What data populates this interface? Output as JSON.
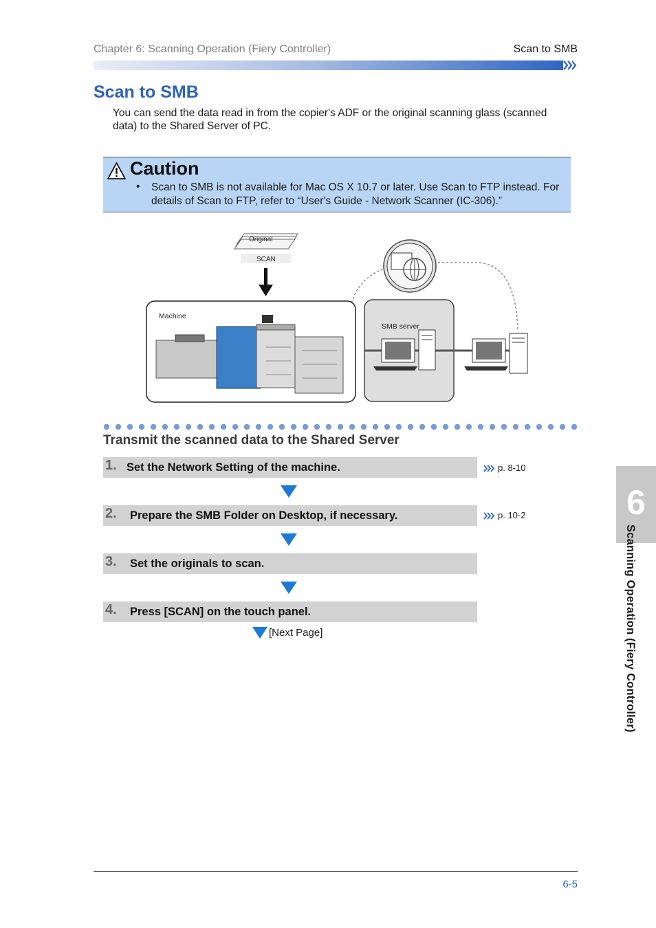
{
  "header": {
    "chapter": "Chapter 6: Scanning Operation (Fiery Controller)",
    "section": "Scan to SMB",
    "accent_color": "#2f66c4"
  },
  "page_title": "Scan to SMB",
  "intro": "You can send the data read in from the copier's ADF or the original scanning glass (scanned data) to the Shared Server of PC.",
  "caution": {
    "title": "Caution",
    "icon": "warning-triangle-icon",
    "bullet": "•",
    "text": "Scan to SMB is not available for Mac OS X 10.7 or later. Use Scan to FTP instead. For details of Scan to FTP, refer to “User's Guide - Network Scanner (IC-306).”",
    "background": "#b9d5f6"
  },
  "figure": {
    "original_label": "Original",
    "scan_label": "SCAN",
    "machine_label": "Machine",
    "server_label": "SMB server",
    "icons": [
      "paper-stack-icon",
      "down-arrow-icon",
      "printer-machine-icon",
      "folder-network-icon",
      "desktop-computer-icon"
    ]
  },
  "section_title": "Transmit the scanned data to the Shared Server",
  "steps": [
    {
      "number": "1.",
      "text": "Set the Network Setting of the machine.",
      "ref": "p. 8-10"
    },
    {
      "number": "2.",
      "text": "Prepare the SMB Folder on Desktop, if necessary.",
      "ref": "p. 10-2"
    },
    {
      "number": "3.",
      "text": "Set the originals to scan."
    },
    {
      "number": "4.",
      "text": "Press [SCAN] on the touch panel."
    }
  ],
  "next_page": "[Next Page]",
  "side_tab": {
    "number": "6",
    "text": "Scanning Operation (Fiery Controller)"
  },
  "footer": {
    "page": "6-5"
  }
}
